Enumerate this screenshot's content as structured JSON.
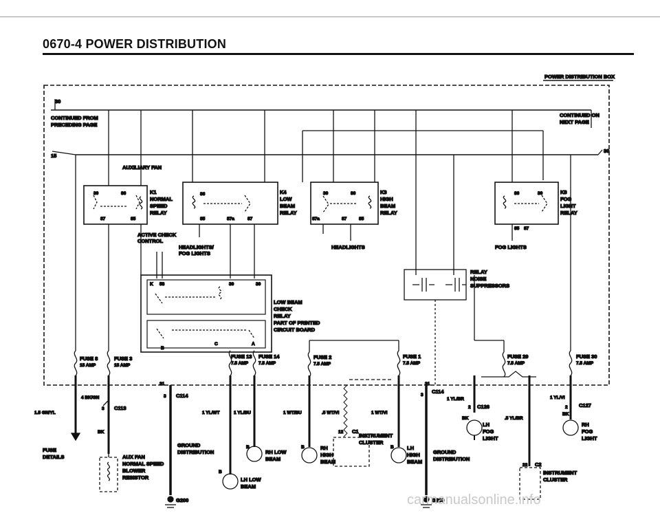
{
  "page": {
    "title": "0670-4   POWER DISTRIBUTION"
  },
  "box": {
    "label": "POWER DISTRIBUTION BOX"
  },
  "labels": {
    "t30": "30",
    "continued_from": "CONTINUED FROM",
    "preceding_page": "PRECEDING PAGE",
    "t15": "15",
    "continued_on": "CONTINUED ON",
    "next_page": "NEXT PAGE",
    "t30r": "30",
    "aux_fan": "AUXILIARY FAN",
    "active_check": "ACTIVE CHECK",
    "control": "CONTROL",
    "headlights_fog": "HEADLIGHTS/",
    "fog_lights_sub": "FOG LIGHTS",
    "headlights": "HEADLIGHTS",
    "fog_lights": "FOG LIGHTS",
    "relay_noise": [
      "RELAY",
      "NOISE",
      "SUPPRESSORS"
    ],
    "low_beam_check": [
      "LOW BEAM",
      "CHECK",
      "RELAY",
      "PART OF PRINTED",
      "CIRCUIT BOARD"
    ]
  },
  "relays": [
    {
      "id": "k1",
      "lines": [
        "K1",
        "NORMAL",
        "SPEED",
        "RELAY"
      ],
      "pins": [
        "30",
        "86",
        "87",
        "85"
      ]
    },
    {
      "id": "k4",
      "lines": [
        "K4",
        "LOW",
        "BEAM",
        "RELAY"
      ],
      "pins": [
        "86",
        "85",
        "87a",
        "87"
      ]
    },
    {
      "id": "k3",
      "lines": [
        "K3",
        "HIGH",
        "BEAM",
        "RELAY"
      ],
      "pins": [
        "30",
        "86",
        "87a",
        "87",
        "85"
      ]
    },
    {
      "id": "k8",
      "lines": [
        "K8",
        "FOG",
        "LIGHT",
        "RELAY"
      ],
      "pins": [
        "86",
        "30",
        "85",
        "87"
      ]
    }
  ],
  "check_pins": [
    "K",
    "58",
    "30",
    "30",
    "B",
    "C",
    "A"
  ],
  "fuses": [
    {
      "name": "FUSE 8",
      "amp": "15 AMP"
    },
    {
      "name": "FUSE 3",
      "amp": "15 AMP"
    },
    {
      "name": "FUSE 13",
      "amp": "7.5 AMP"
    },
    {
      "name": "FUSE 14",
      "amp": "7.5 AMP"
    },
    {
      "name": "FUSE 2",
      "amp": "7.5 AMP"
    },
    {
      "name": "FUSE 1",
      "amp": "7.5 AMP"
    },
    {
      "name": "FUSE 29",
      "amp": "7.5 AMP"
    },
    {
      "name": "FUSE 30",
      "amp": "7.5 AMP"
    }
  ],
  "connectors": {
    "c113": "C113",
    "c113_pin": "3",
    "c114_left": "C114",
    "c114_pin_left": "3",
    "t31_left": "31",
    "c114_right": "C114",
    "c114_pin_right": "3",
    "t31_right": "31",
    "c126": "C126",
    "c126_pin": "2",
    "c127": "C127",
    "c127_pin": "2",
    "c1": "C1",
    "c1_pin": "12",
    "c2": "C2",
    "c2_pin": "22"
  },
  "wires": {
    "w1": "1.5 GN/YL",
    "w2": "4 BK/GN",
    "w3": "BK",
    "w4": "1 YL/WT",
    "w5": "1 YL/BU",
    "w6": "1 WT/BU",
    "w7": ".5 WT/VI",
    "w8": "1 WT/VI",
    "w9": "1 YL/BR",
    "w10": "BK",
    "w11": ".5 YL/BR",
    "w12": "1 YL/VI",
    "w13": "BK"
  },
  "components": {
    "fuse_details": [
      "FUSE",
      "DETAILS"
    ],
    "aux_resistor": [
      "AUX FAN",
      "NORMAL SPEED",
      "BLOWER",
      "RESISTOR"
    ],
    "ground_dist_left": [
      "GROUND",
      "DISTRIBUTION"
    ],
    "ground_dist_right": [
      "GROUND",
      "DISTRIBUTION"
    ],
    "g200_left": "G200",
    "g200_right": "G200",
    "rh_low": [
      "RH LOW",
      "BEAM"
    ],
    "lh_low": [
      "LH LOW",
      "BEAM"
    ],
    "rh_high": [
      "RH",
      "HIGH",
      "BEAM"
    ],
    "lh_high": [
      "LH",
      "HIGH",
      "BEAM"
    ],
    "instrument_cluster": [
      "INSTRUMENT",
      "CLUSTER"
    ],
    "instrument_cluster2": [
      "INSTRUMENT",
      "CLUSTER"
    ],
    "lh_fog": [
      "LH",
      "FOG",
      "LIGHT"
    ],
    "rh_fog": [
      "RH",
      "FOG",
      "LIGHT"
    ],
    "pin_b1": "B",
    "pin_b2": "B",
    "pin_b3": "B",
    "pin_b4": "B"
  },
  "watermark": "carmanualsonline.info"
}
